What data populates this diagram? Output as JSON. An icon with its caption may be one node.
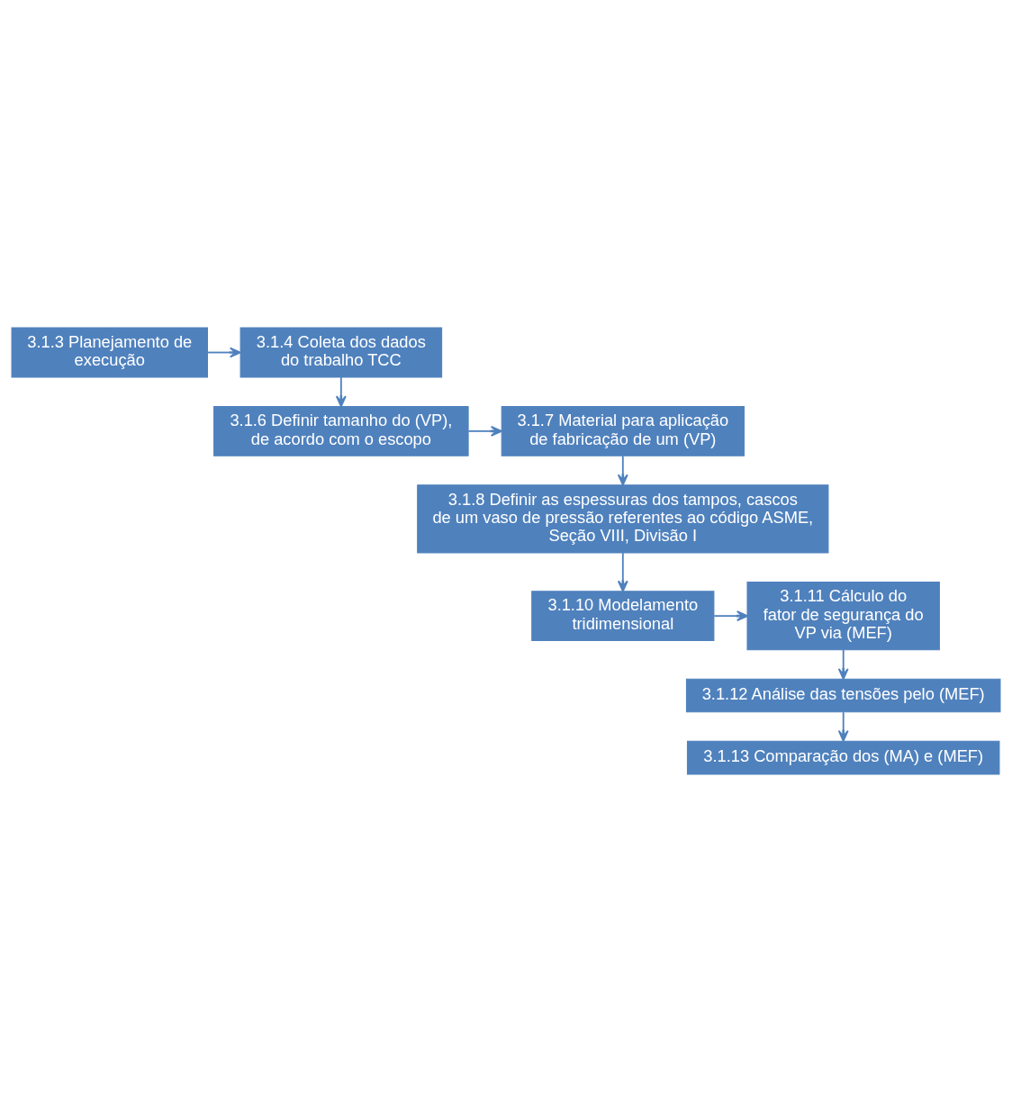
{
  "diagram": {
    "nodes": [
      {
        "text": [
          "3.1.3 Planejamento de execução"
        ]
      },
      {
        "text": [
          "3.1.4 Coleta dos dados do trabalho TCC"
        ]
      },
      {
        "text": [
          "3.1.6 Definir tamanho do (VP), de acordo com o escopo"
        ]
      },
      {
        "text": [
          "3.1.7 Material para aplicação de fabricação de um (VP)"
        ]
      },
      {
        "text": [
          "3.1.8 Definir as espessuras dos tampos, cascos de um vaso de pressão referentes ao código ASME, Seção VIII, Divisão I"
        ]
      },
      {
        "text": [
          "3.1.10 Modelamento tridimensional"
        ]
      },
      {
        "text": [
          "3.1.11 Cálculo do fator de segurança do VP via (MEF)"
        ]
      },
      {
        "text": [
          "3.1.12 Análise das tensões pelo (MEF)"
        ]
      },
      {
        "text": [
          "3.1.13 Comparação dos (MA) e (MEF)"
        ]
      }
    ],
    "edges": [
      {
        "from": 0,
        "to": 1,
        "arrow": "to"
      },
      {
        "from": 1,
        "to": 2,
        "arrow": "to"
      },
      {
        "from": 2,
        "to": 3,
        "arrow": "to"
      },
      {
        "from": 3,
        "to": 4,
        "arrow": "to"
      },
      {
        "from": 4,
        "to": 5,
        "arrow": "to"
      },
      {
        "from": 5,
        "to": 6,
        "arrow": "to"
      },
      {
        "from": 6,
        "to": 7,
        "arrow": "to"
      },
      {
        "from": 7,
        "to": 8,
        "arrow": "to"
      }
    ]
  }
}
